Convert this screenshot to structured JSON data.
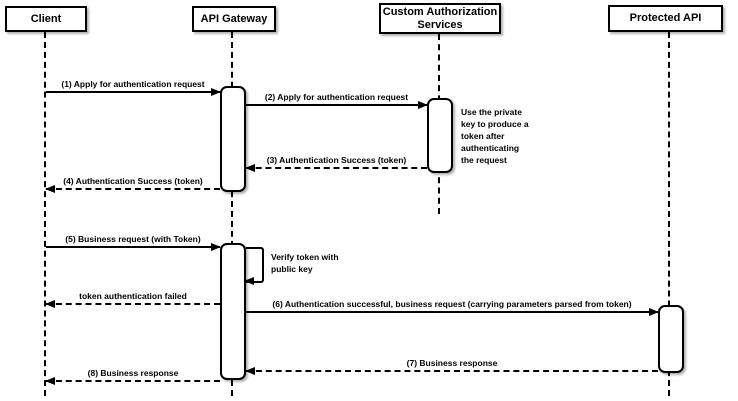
{
  "page": {
    "background_color": "#ffffff",
    "line_color": "#000000"
  },
  "diagram": {
    "type": "sequence",
    "actors": [
      {
        "id": "client",
        "label": "Client"
      },
      {
        "id": "api-gateway",
        "label": "API Gateway"
      },
      {
        "id": "custom-auth",
        "label": "Custom Authorization Services"
      },
      {
        "id": "protected-api",
        "label": "Protected API"
      }
    ],
    "messages": [
      {
        "seq": "1",
        "label": "(1) Apply for authentication request",
        "from": "client",
        "to": "api-gateway",
        "line": "solid"
      },
      {
        "seq": "2",
        "label": "(2) Apply for authentication request",
        "from": "api-gateway",
        "to": "custom-auth",
        "line": "solid"
      },
      {
        "seq": "3",
        "label": "(3) Authentication Success (token)",
        "from": "custom-auth",
        "to": "api-gateway",
        "line": "dashed"
      },
      {
        "seq": "4",
        "label": "(4) Authentication Success (token)",
        "from": "api-gateway",
        "to": "client",
        "line": "dashed"
      },
      {
        "seq": "5",
        "label": "(5) Business request (with Token)",
        "from": "client",
        "to": "api-gateway",
        "line": "solid"
      },
      {
        "seq": "",
        "label": "token authentication failed",
        "from": "api-gateway",
        "to": "client",
        "line": "dashed"
      },
      {
        "seq": "6",
        "label": "(6) Authentication successful, business request (carrying parameters parsed from token)",
        "from": "api-gateway",
        "to": "protected-api",
        "line": "solid"
      },
      {
        "seq": "7",
        "label": "(7) Business response",
        "from": "protected-api",
        "to": "api-gateway",
        "line": "dashed"
      },
      {
        "seq": "8",
        "label": "(8) Business response",
        "from": "api-gateway",
        "to": "client",
        "line": "dashed"
      }
    ],
    "self_message": {
      "actor": "api-gateway",
      "label": "Verify token with public key"
    },
    "notes": [
      {
        "attached_to": "custom-auth",
        "label": "Use the private key to produce a token after authenticating the request"
      }
    ]
  }
}
